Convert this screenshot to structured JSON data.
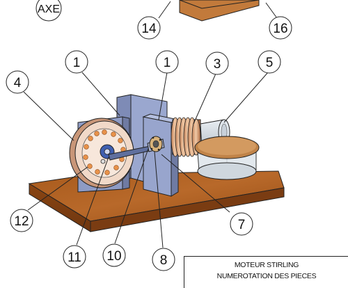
{
  "title_block": {
    "line1": "MOTEUR STIRLING",
    "line2": "NUMEROTATION DES PIECES"
  },
  "callouts": {
    "axe": "AXE",
    "c14": "14",
    "c16": "16",
    "c1a": "1",
    "c1b": "1",
    "c3": "3",
    "c5": "5",
    "c4": "4",
    "c12": "12",
    "c11": "11",
    "c10": "10",
    "c8": "8",
    "c7": "7"
  },
  "colors": {
    "base_wood": "#b5651d",
    "plate_blue": "#8e9bc4",
    "flywheel": "#f1d9c8",
    "cylinder_copper": "#d19a72",
    "outline": "#222222"
  }
}
